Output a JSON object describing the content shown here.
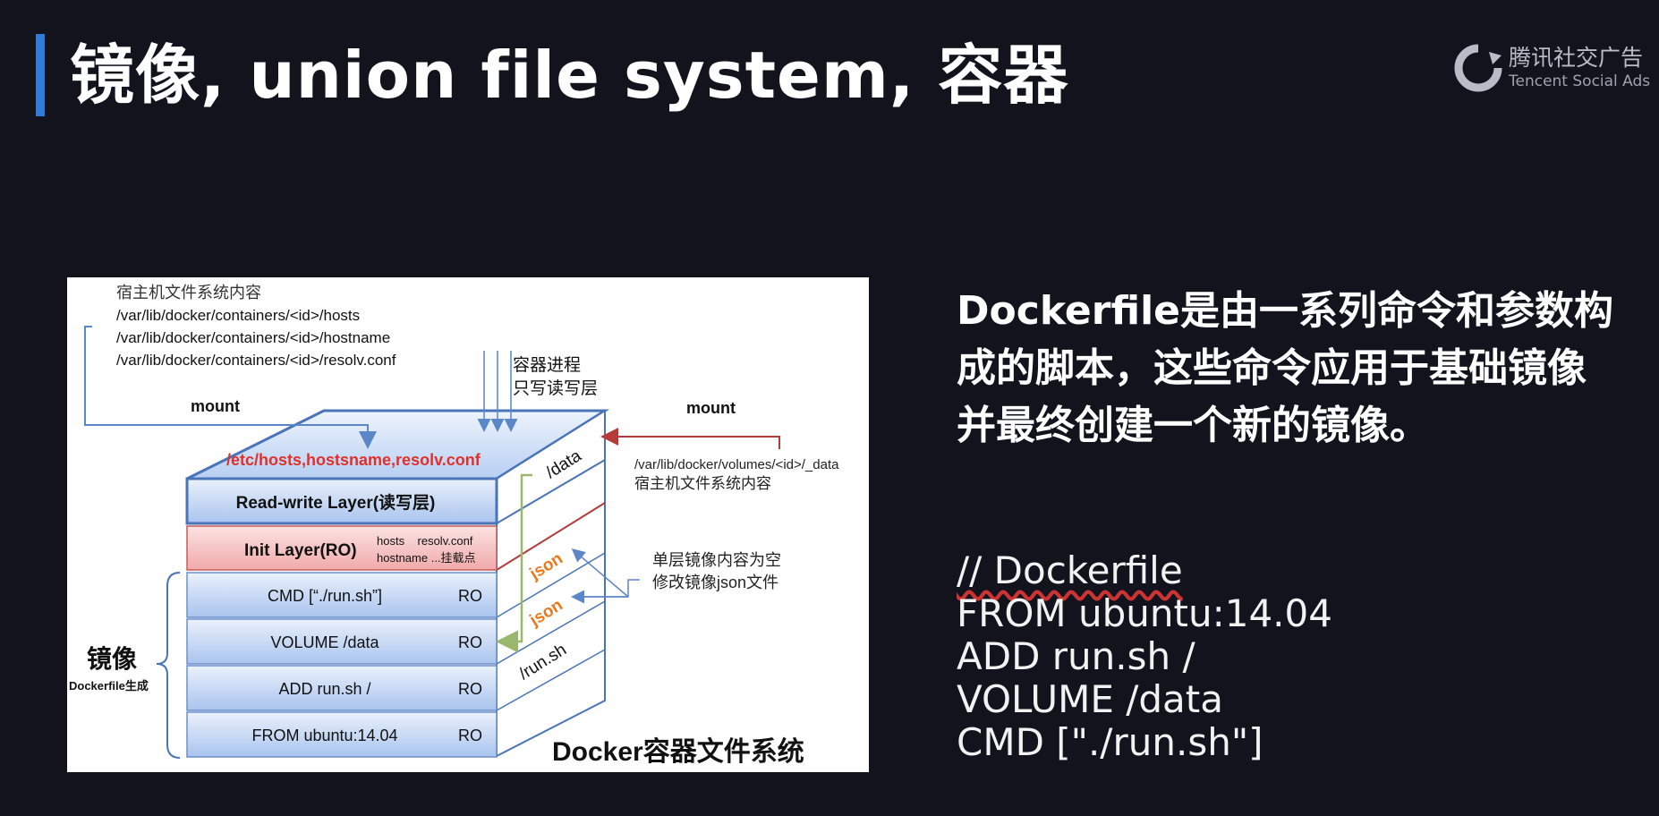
{
  "slide": {
    "title": "镜像, union file system, 容器",
    "logo": {
      "cn": "腾讯社交广告",
      "en": "Tencent Social Ads"
    },
    "description": "Dockerfile是由一系列命令和参数构成的脚本，这些命令应用于基础镜像并最终创建一个新的镜像。",
    "code_lines": [
      "// Dockerfile",
      "FROM ubuntu:14.04",
      "ADD run.sh /",
      "VOLUME /data",
      "CMD [\"./run.sh\"]"
    ]
  },
  "diagram": {
    "host_note_title": "宿主机文件系统内容",
    "host_paths": [
      "/var/lib/docker/containers/<id>/hosts",
      "/var/lib/docker/containers/<id>/hostname",
      "/var/lib/docker/containers/<id>/resolv.conf"
    ],
    "mount_left": "mount",
    "mount_right": "mount",
    "process_note": [
      "容器进程",
      "只写读写层"
    ],
    "top_files": "/etc/hosts,hostsname,resolv.conf",
    "volume_path": "/var/lib/docker/volumes/<id>/_data",
    "volume_note": "宿主机文件系统内容",
    "side_data": "/data",
    "side_json": "json",
    "side_run": "/run.sh",
    "rw_layer": "Read-write Layer(读写层)",
    "init_layer": "Init Layer(RO)",
    "init_files_1": "hosts    resolv.conf",
    "init_files_2": "hostname ...挂载点",
    "json_note": [
      "单层镜像内容为空",
      "修改镜像json文件"
    ],
    "image_label": "镜像",
    "image_sub": "Dockerfile生成",
    "layers": [
      {
        "name": "CMD [“./run.sh”]",
        "ro": "RO"
      },
      {
        "name": "VOLUME /data",
        "ro": "RO"
      },
      {
        "name": "ADD run.sh /",
        "ro": "RO"
      },
      {
        "name": "FROM ubuntu:14.04",
        "ro": "RO"
      }
    ],
    "caption": "Docker容器文件系统"
  },
  "colors": {
    "accent": "#2f7bd8",
    "background": "#12131c",
    "red_text": "#e0302a",
    "json_orange": "#e87a1d"
  }
}
